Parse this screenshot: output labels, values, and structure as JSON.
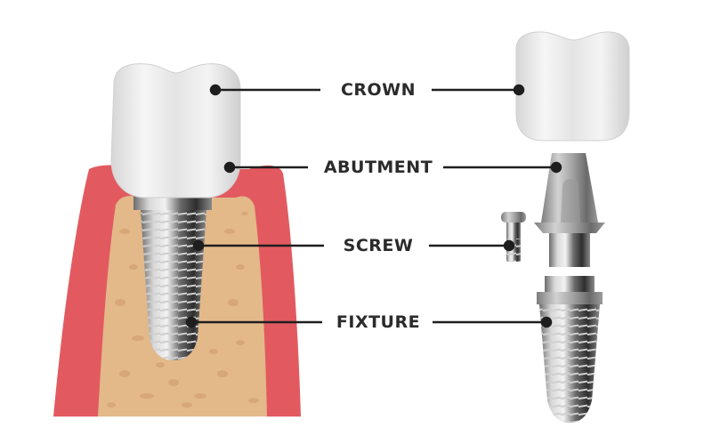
{
  "diagram": {
    "subject": "Dental implant anatomy",
    "labels": [
      {
        "id": "crown",
        "text": "CROWN"
      },
      {
        "id": "abutment",
        "text": "ABUTMENT"
      },
      {
        "id": "screw",
        "text": "SCREW"
      },
      {
        "id": "fixture",
        "text": "FIXTURE"
      }
    ],
    "panels": {
      "left": "Implant installed in jaw bone with gum tissue (cross-section)",
      "right": "Exploded view of implant components"
    },
    "colors": {
      "gum": "#e25a60",
      "gum_light": "#ea7b7e",
      "bone": "#e3b98a",
      "bone_pore": "#d6a574",
      "crown": "#e9e9e9",
      "metal": "#8d8d8d",
      "leader_line": "#1e1e1e",
      "label_text": "#2b2b2b"
    }
  }
}
